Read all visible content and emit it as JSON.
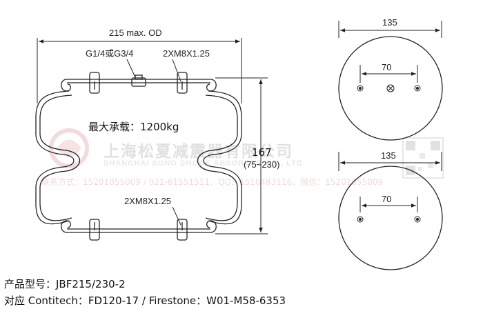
{
  "dimensions": {
    "width_label": "215 max. OD",
    "thread_top_left": "G1/4或G3/4",
    "thread_top_right": "2XM8X1.25",
    "thread_bottom": "2XM8X1.25",
    "height_label": "167",
    "height_range": "(75~230)",
    "top_plate_diameter": "135",
    "top_bolt_spacing": "70",
    "bottom_plate_diameter": "135",
    "bottom_bolt_spacing": "70"
  },
  "load_label": "最大承载：1200kg",
  "watermark": {
    "company_cn": "上海松夏减震器有限公司",
    "company_en": "SHANGHAI SONG SHOCK ABSORBER CO., LTD",
    "contact": "联系方式：15201855009 / 021-61551511、QQ：1516483116、微信：15201855009"
  },
  "footer": {
    "model_line": "产品型号：JBF215/230-2",
    "cross_ref_line": "对应 Contitech：FD120-17 /  Firestone：W01-M58-6353"
  },
  "colors": {
    "line": "#222222",
    "watermark_text": "#e1e1e1",
    "watermark_logo": "#f3d6d6"
  }
}
